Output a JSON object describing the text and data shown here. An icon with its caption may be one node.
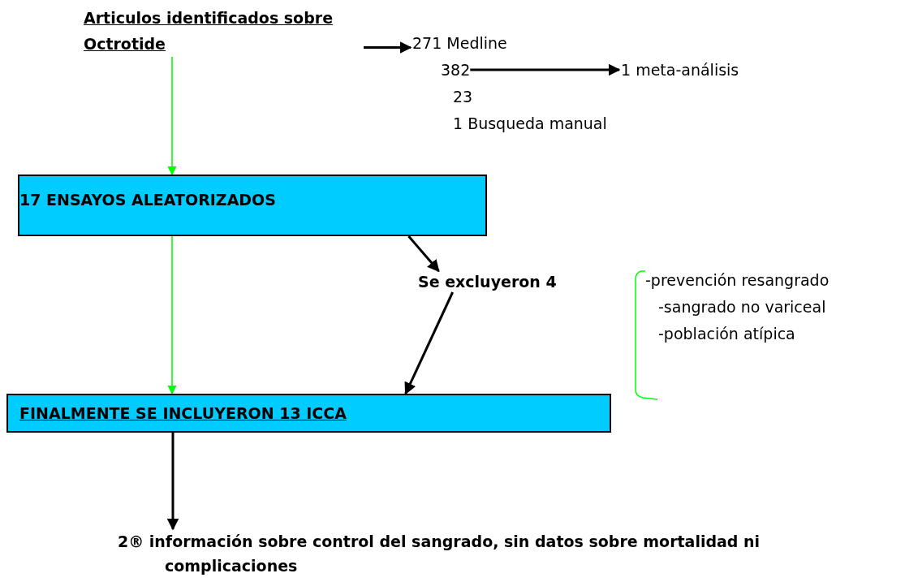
{
  "diagram": {
    "nodes": [
      {
        "text": [
          "Articulos identificados sobre Octrotide"
        ]
      },
      {
        "text": [
          "271 Medline"
        ]
      },
      {
        "text": [
          "382"
        ]
      },
      {
        "text": [
          "1 meta-análisis"
        ]
      },
      {
        "text": [
          "23"
        ]
      },
      {
        "text": [
          "1 Busqueda manual"
        ]
      },
      {
        "text": [
          "17 ENSAYOS ALEATORIZADOS"
        ]
      },
      {
        "text": [
          "Se excluyeron 4"
        ]
      },
      {
        "text": [
          "-prevención resangrado",
          "-sangrado no variceal",
          "-población atípica"
        ]
      },
      {
        "text": [
          "FINALMENTE SE INCLUYERON 13 ICCA"
        ]
      },
      {
        "text": [
          "2® información sobre control del sangrado, sin datos sobre mortalidad ni complicaciones"
        ]
      }
    ],
    "edges": [
      {
        "from": 0,
        "to": 1,
        "arrow": "to"
      },
      {
        "from": 2,
        "to": 3,
        "arrow": "to"
      },
      {
        "from": 0,
        "to": 6,
        "arrow": "to",
        "color": "#00ff00"
      },
      {
        "from": 6,
        "to": 9,
        "arrow": "to",
        "color": "#00ff00"
      },
      {
        "from": 6,
        "to": 7,
        "arrow": "to"
      },
      {
        "from": 7,
        "to": 9,
        "arrow": "to"
      },
      {
        "from": 9,
        "to": 10,
        "arrow": "to"
      }
    ]
  }
}
